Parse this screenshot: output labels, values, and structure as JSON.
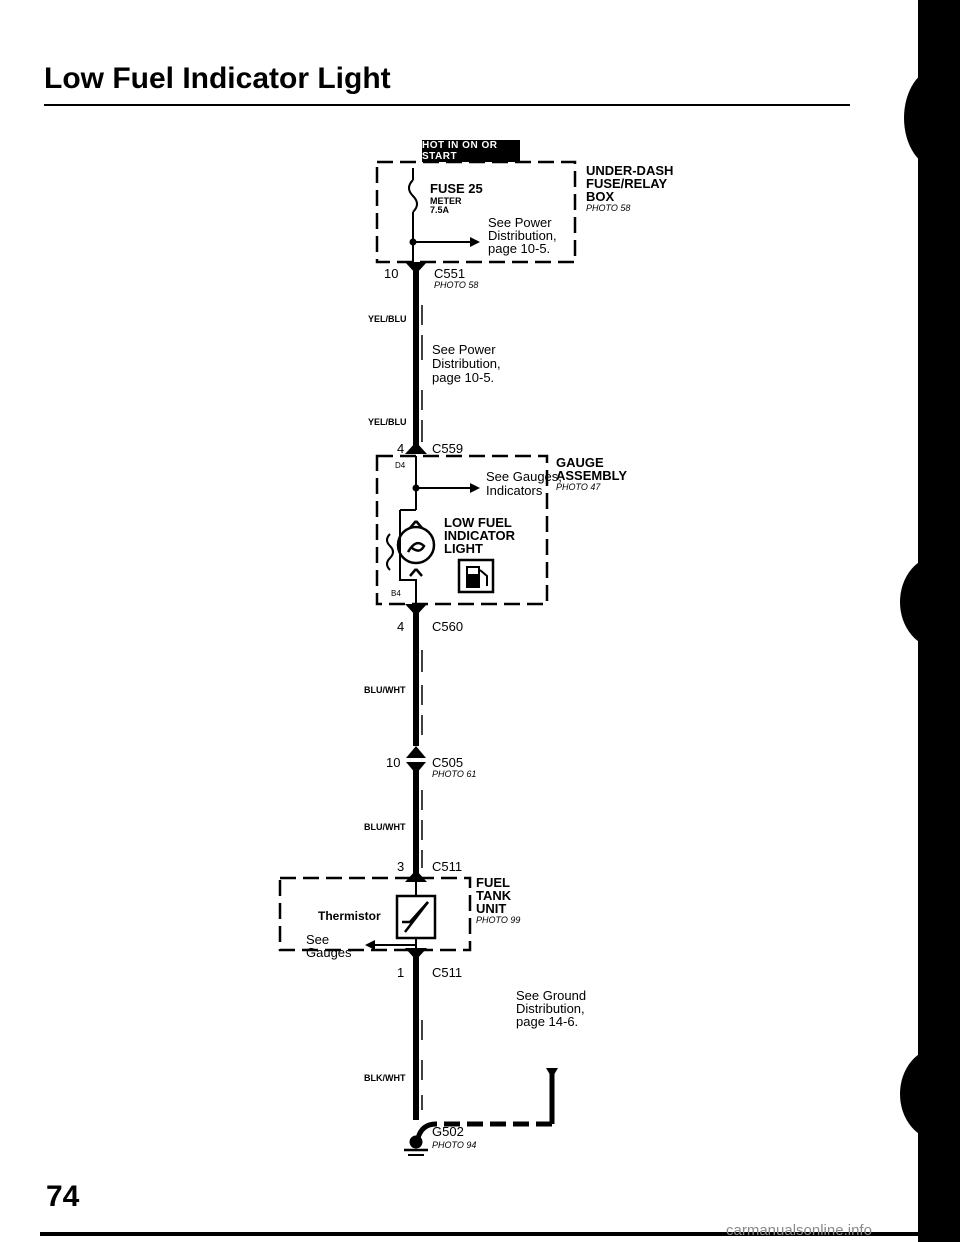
{
  "page": {
    "title": "Low Fuel Indicator Light",
    "number": "74",
    "watermark": "carmanualsonline.info"
  },
  "power_label": "HOT IN ON OR START",
  "underdash_box": {
    "name_lines": [
      "UNDER-DASH",
      "FUSE/RELAY",
      "BOX"
    ],
    "photo": "PHOTO 58"
  },
  "fuse": {
    "name": "FUSE 25",
    "circuit": "METER",
    "rating": "7.5A",
    "see_lines": [
      "See Power",
      "Distribution,",
      "page 10-5."
    ]
  },
  "connectors": {
    "c551": {
      "pin": "10",
      "name": "C551",
      "photo": "PHOTO 58"
    },
    "c559": {
      "pin": "4",
      "name": "C559"
    },
    "c560": {
      "pin": "4",
      "name": "C560"
    },
    "c505": {
      "pin": "10",
      "name": "C505",
      "photo": "PHOTO 61"
    },
    "c511_top": {
      "pin": "3",
      "name": "C511"
    },
    "c511_bottom": {
      "pin": "1",
      "name": "C511"
    }
  },
  "wires": {
    "upper": "YEL/BLU",
    "lower": "BLU/WHT",
    "ground": "BLK/WHT"
  },
  "mid_see_power": [
    "See Power",
    "Distribution,",
    "page 10-5."
  ],
  "gauge_assembly": {
    "name_lines": [
      "GAUGE",
      "ASSEMBLY"
    ],
    "photo": "PHOTO 47",
    "pin_in": "D4",
    "pin_out": "B4",
    "see_lines": [
      "See Gauges,",
      "Indicators"
    ],
    "lamp_lines": [
      "LOW FUEL",
      "INDICATOR",
      "LIGHT"
    ]
  },
  "fuel_tank_unit": {
    "name_lines": [
      "FUEL",
      "TANK",
      "UNIT"
    ],
    "photo": "PHOTO 99",
    "thermistor": "Thermistor",
    "see_lines": [
      "See",
      "Gauges"
    ]
  },
  "ground": {
    "see_lines": [
      "See Ground",
      "Distribution,",
      "page 14-6."
    ],
    "name": "G502",
    "photo": "PHOTO 94"
  },
  "icons": [
    "fuse-icon",
    "bulb-icon",
    "fuel-pump-icon",
    "thermistor-icon",
    "ground-icon",
    "arrow-icon"
  ]
}
